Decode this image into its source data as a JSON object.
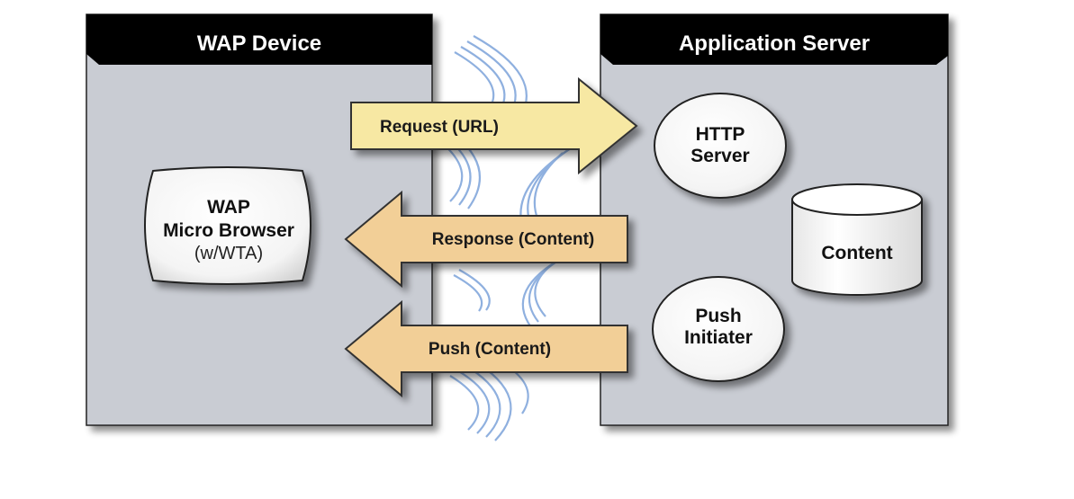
{
  "wap_device": {
    "title": "WAP Device",
    "browser": {
      "line1": "WAP",
      "line2": "Micro Browser",
      "line3": "(w/WTA)"
    }
  },
  "application_server": {
    "title": "Application Server",
    "http_server": {
      "line1": "HTTP",
      "line2": "Server"
    },
    "content_store": {
      "label": "Content"
    },
    "push_initiator": {
      "line1": "Push",
      "line2": "Initiater"
    }
  },
  "arrows": {
    "request": "Request (URL)",
    "response": "Response (Content)",
    "push": "Push (Content)"
  },
  "colors": {
    "panel_fill": "#c9ccd3",
    "panel_header": "#000000",
    "request_arrow": "#f7e8a3",
    "response_arrow": "#f2cf97",
    "wave": "#8fb0df"
  }
}
